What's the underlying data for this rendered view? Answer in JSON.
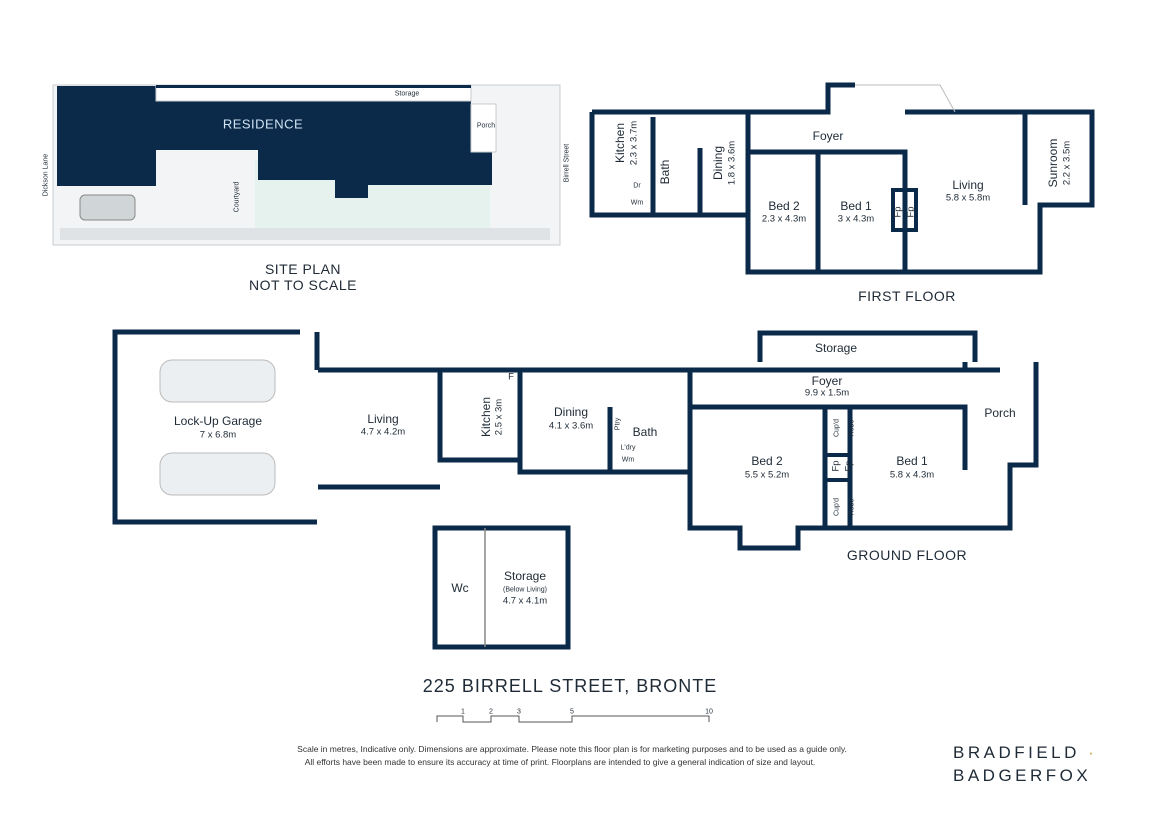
{
  "colors": {
    "wall": "#0b2a4a",
    "site_fill": "#e8ecee",
    "lawn": "#e6f2ee",
    "residence_text": "#cfe3f2",
    "logo_dot": "#c9a14a"
  },
  "site_plan": {
    "residence": "RESIDENCE",
    "storage": "Storage",
    "porch": "Porch",
    "dickson_lane": "Dickson Lane",
    "birrell_street": "Birrell Street",
    "courtyard": "Courtyard",
    "title_1": "SITE PLAN",
    "title_2": "NOT TO SCALE"
  },
  "first_floor": {
    "title": "FIRST FLOOR",
    "kitchen": {
      "name": "Kitchen",
      "dim": "2.3 x 3.7m"
    },
    "bath": {
      "name": "Bath"
    },
    "dr": "Dr",
    "wm": "Wm",
    "dining": {
      "name": "Dining",
      "dim": "1.8 x 3.6m"
    },
    "foyer": {
      "name": "Foyer"
    },
    "bed2": {
      "name": "Bed 2",
      "dim": "2.3 x 4.3m"
    },
    "bed1": {
      "name": "Bed 1",
      "dim": "3 x 4.3m"
    },
    "fp": "Fp",
    "living": {
      "name": "Living",
      "dim": "5.8 x 5.8m"
    },
    "sunroom": {
      "name": "Sunroom",
      "dim": "2.2 x 3.5m"
    }
  },
  "ground_floor": {
    "title": "GROUND FLOOR",
    "garage": {
      "name": "Lock-Up Garage",
      "dim": "7 x 6.8m"
    },
    "living": {
      "name": "Living",
      "dim": "4.7 x 4.2m"
    },
    "kitchen": {
      "name": "Kitchen",
      "dim": "2.5 x 3m"
    },
    "fridge": "F",
    "dining": {
      "name": "Dining",
      "dim": "4.1 x 3.6m"
    },
    "ptry": "Ptry",
    "ldry": "L'dry",
    "wm": "Wm",
    "bath": {
      "name": "Bath"
    },
    "storage": {
      "name": "Storage"
    },
    "foyer": {
      "name": "Foyer",
      "dim": "9.9 x 1.5m"
    },
    "porch": {
      "name": "Porch"
    },
    "bed2": {
      "name": "Bed 2",
      "dim": "5.5 x 5.2m"
    },
    "bed1": {
      "name": "Bed 1",
      "dim": "5.8 x 4.3m"
    },
    "cupd": "Cup'd",
    "robe": "Robe",
    "fp": "Fp"
  },
  "lower": {
    "wc": "Wc",
    "storage": {
      "name": "Storage",
      "note": "(Below Living)",
      "dim": "4.7 x 4.1m"
    }
  },
  "address": "225 BIRRELL STREET, BRONTE",
  "scale_bar": {
    "ticks": [
      "1",
      "2",
      "3",
      "5",
      "10"
    ]
  },
  "disclaimer": [
    "Scale in metres, Indicative only. Dimensions are approximate. Please note this floor plan is for marketing purposes and to be used as a guide only.",
    "All efforts have been made to ensure its accuracy at time of print. Floorplans are intended to give a general indication of size and layout."
  ],
  "logo": {
    "line1": "BRADFIELD",
    "line2": "BADGERFOX",
    "dot": "·"
  }
}
